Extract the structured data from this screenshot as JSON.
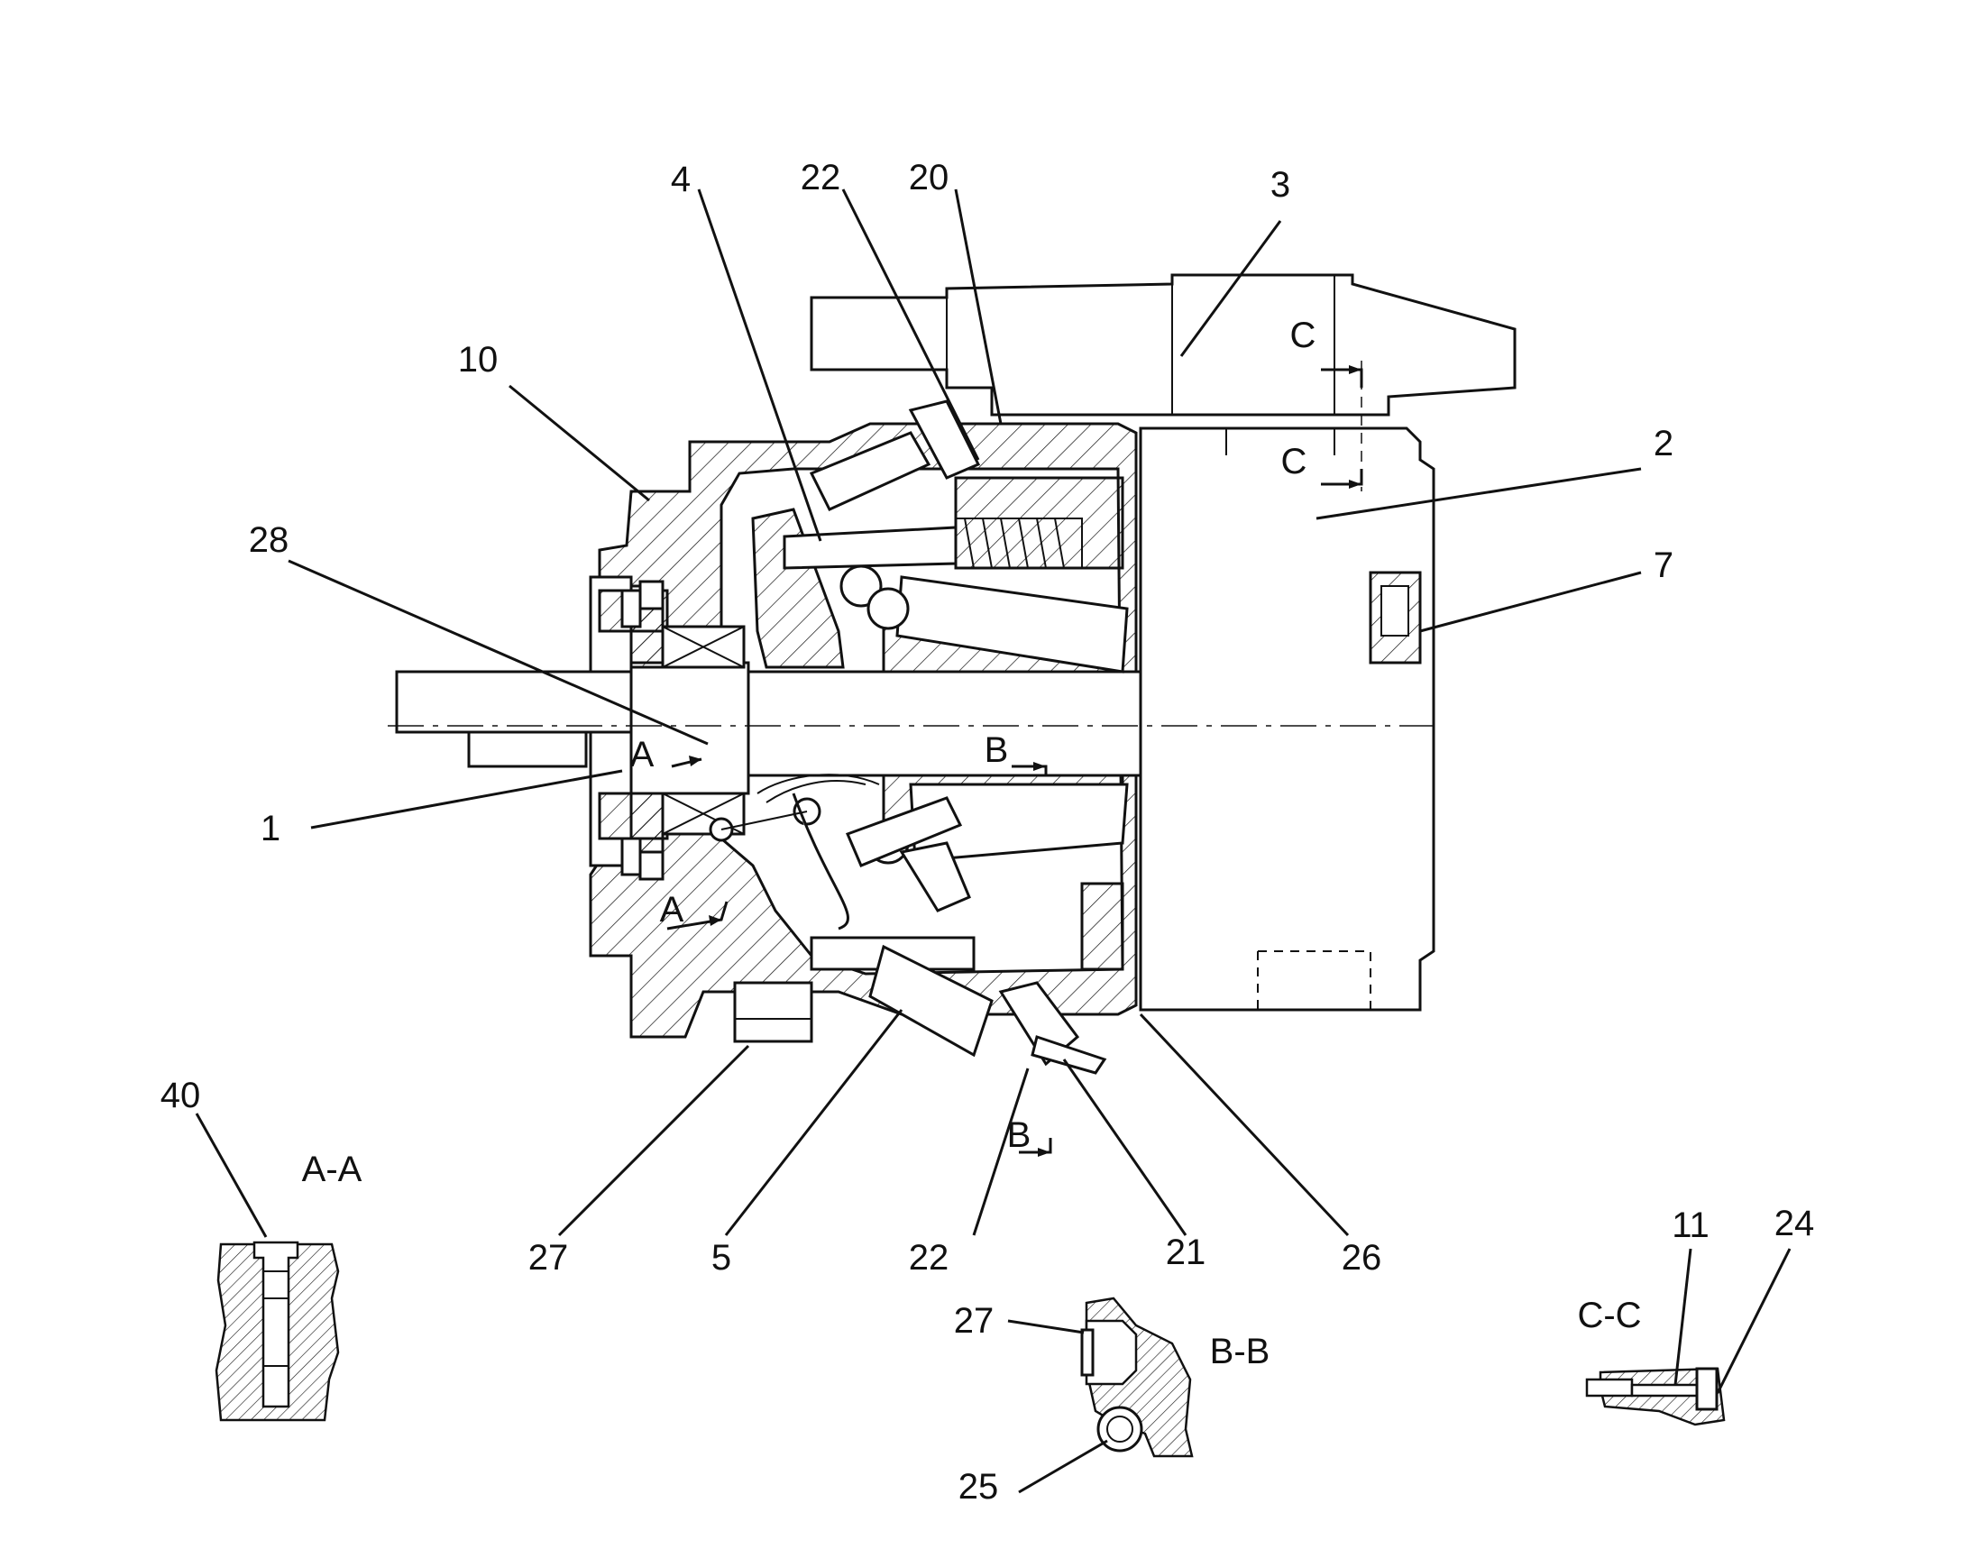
{
  "diagram": {
    "callouts": [
      {
        "id": "c1",
        "label": "1"
      },
      {
        "id": "c2",
        "label": "2"
      },
      {
        "id": "c3",
        "label": "3"
      },
      {
        "id": "c4",
        "label": "4"
      },
      {
        "id": "c5",
        "label": "5"
      },
      {
        "id": "c7",
        "label": "7"
      },
      {
        "id": "c10",
        "label": "10"
      },
      {
        "id": "c11",
        "label": "11"
      },
      {
        "id": "c20",
        "label": "20"
      },
      {
        "id": "c21",
        "label": "21"
      },
      {
        "id": "c22a",
        "label": "22"
      },
      {
        "id": "c22b",
        "label": "22"
      },
      {
        "id": "c24",
        "label": "24"
      },
      {
        "id": "c25",
        "label": "25"
      },
      {
        "id": "c26",
        "label": "26"
      },
      {
        "id": "c27a",
        "label": "27"
      },
      {
        "id": "c27b",
        "label": "27"
      },
      {
        "id": "c28",
        "label": "28"
      },
      {
        "id": "c40",
        "label": "40"
      }
    ],
    "section_marks": {
      "a_upper": "A",
      "a_lower": "A",
      "b_upper": "B",
      "b_lower": "B",
      "c_upper": "C",
      "c_lower": "C"
    },
    "section_titles": {
      "aa": "A-A",
      "bb": "B-B",
      "cc": "C-C"
    }
  }
}
